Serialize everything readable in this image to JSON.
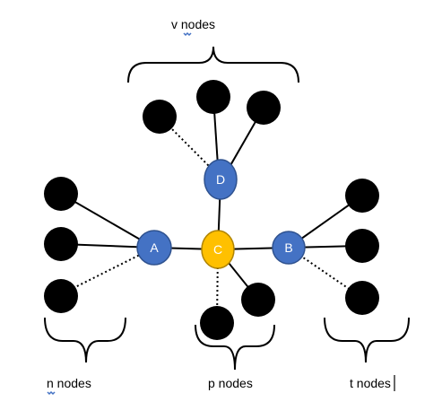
{
  "nodes": {
    "A": {
      "label": "A",
      "color": "#4472c4"
    },
    "B": {
      "label": "B",
      "color": "#4472c4"
    },
    "C": {
      "label": "C",
      "color": "#ffc000"
    },
    "D": {
      "label": "D",
      "color": "#4472c4"
    }
  },
  "groups": {
    "v": {
      "label": "v nodes"
    },
    "n": {
      "label": "n nodes"
    },
    "p": {
      "label": "p nodes"
    },
    "t": {
      "label": "t nodes"
    }
  },
  "edge_styles": {
    "solid": "solid",
    "dotted": "dotted"
  },
  "colors": {
    "leaf": "#000000",
    "hub_blue": "#4472c4",
    "hub_yellow": "#ffc000"
  }
}
